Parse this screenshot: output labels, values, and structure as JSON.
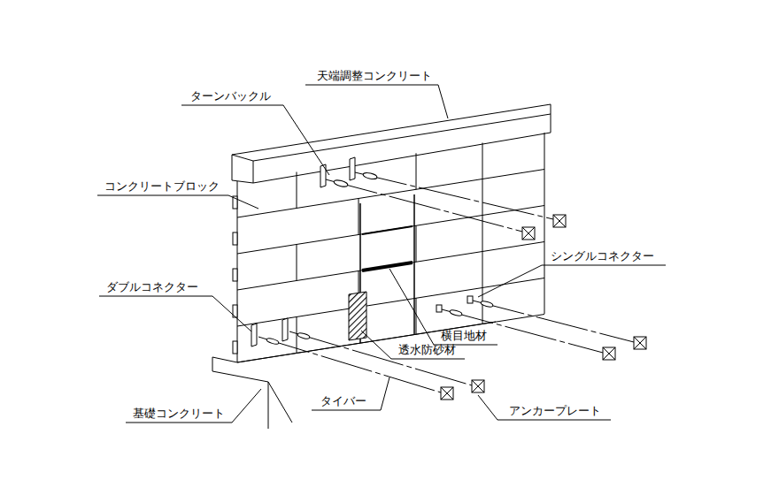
{
  "diagram": {
    "labels": [
      "天端調整コンクリート",
      "ターンバックル",
      "コンクリートブロック",
      "シングルコネクター",
      "ダブルコネクター",
      "横目地材",
      "透水防砂材",
      "タイバー",
      "アンカープレート",
      "基礎コンクリート"
    ]
  }
}
